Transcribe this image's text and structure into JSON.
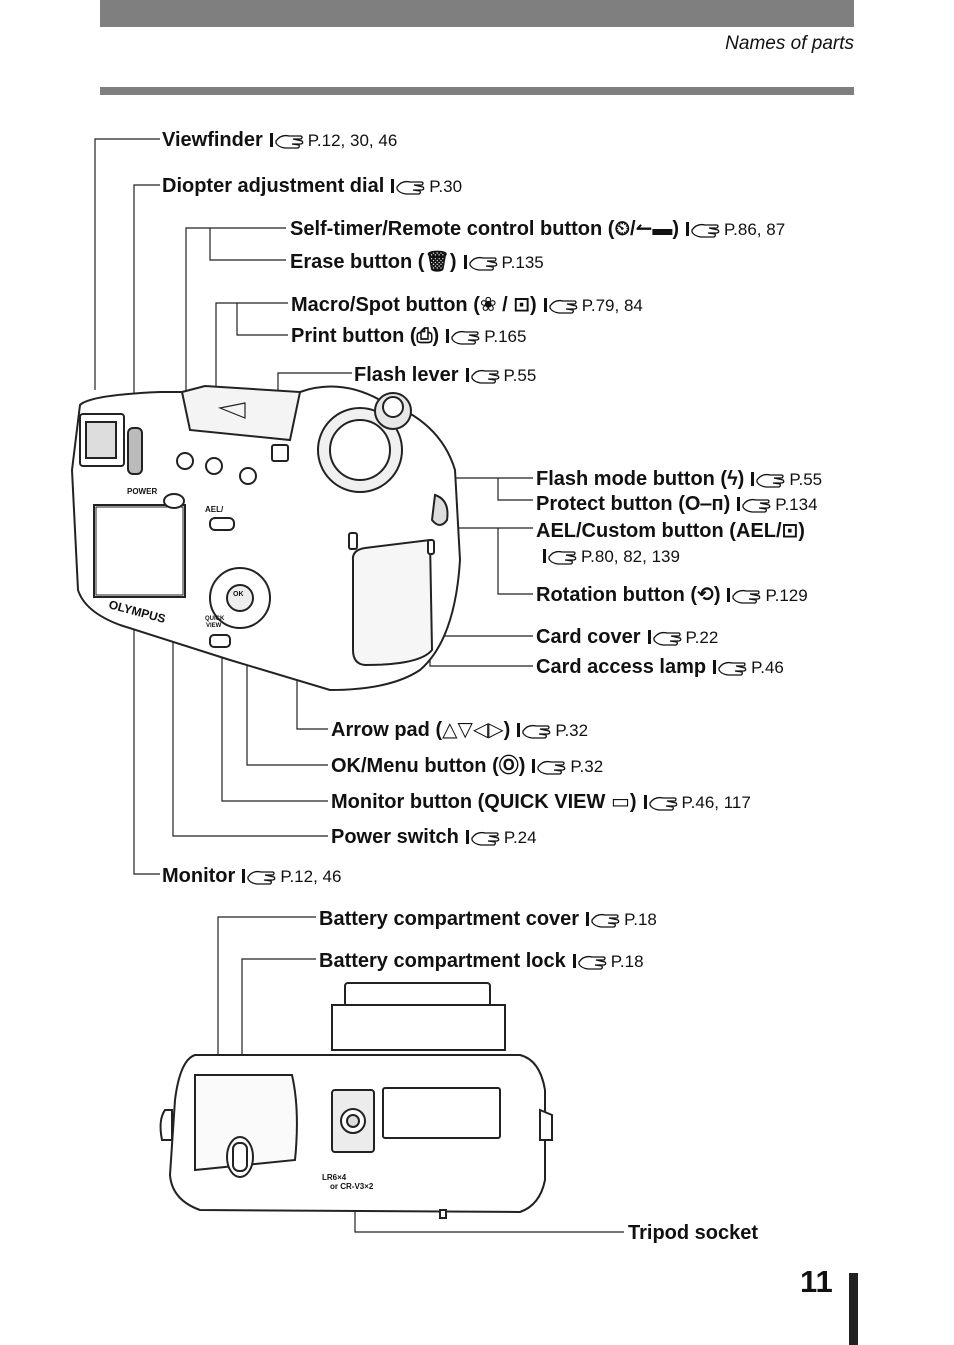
{
  "header": {
    "section_title": "Names of parts"
  },
  "top_callouts": [
    {
      "name": "Viewfinder",
      "symbol": "",
      "ref": "P.12, 30, 46"
    },
    {
      "name": "Diopter adjustment dial",
      "symbol": "",
      "ref": "P.30"
    },
    {
      "name": "Self-timer/Remote control button (",
      "symbol": "⏲/↼▬)",
      "ref": "P.86, 87"
    },
    {
      "name": "Erase button (",
      "symbol": "🗑)",
      "ref": "P.135"
    },
    {
      "name": "Macro/Spot button (",
      "symbol": "❀ / ⊡)",
      "ref": "P.79, 84"
    },
    {
      "name": "Print button (",
      "symbol": "⎙)",
      "ref": "P.165"
    },
    {
      "name": "Flash lever",
      "symbol": "",
      "ref": "P.55"
    }
  ],
  "right_callouts": [
    {
      "name": "Flash mode button (",
      "symbol": "ϟ)",
      "ref": "P.55"
    },
    {
      "name": "Protect button (",
      "symbol": "O‒ᴨ)",
      "ref": "P.134"
    },
    {
      "name": "AEL/Custom button (AEL/",
      "symbol": "⊡)",
      "ref": ""
    },
    {
      "name": "",
      "symbol": "",
      "ref": "P.80, 82, 139"
    },
    {
      "name": "Rotation button (",
      "symbol": "⟲)",
      "ref": "P.129"
    },
    {
      "name": "Card cover",
      "symbol": "",
      "ref": "P.22"
    },
    {
      "name": "Card access lamp",
      "symbol": "",
      "ref": "P.46"
    }
  ],
  "bottom_callouts": [
    {
      "name": "Arrow pad (",
      "symbol": "△▽◁▷)",
      "ref": "P.32"
    },
    {
      "name": "OK/Menu button (",
      "symbol": "Ⓞ)",
      "ref": "P.32"
    },
    {
      "name": "Monitor button (QUICK VIEW ",
      "symbol": "▭)",
      "ref": "P.46, 117"
    },
    {
      "name": "Power switch",
      "symbol": "",
      "ref": "P.24"
    },
    {
      "name": "Monitor",
      "symbol": "",
      "ref": "P.12, 46"
    }
  ],
  "battery_callouts": [
    {
      "name": "Battery compartment cover",
      "symbol": "",
      "ref": "P.18"
    },
    {
      "name": "Battery compartment lock",
      "symbol": "",
      "ref": "P.18"
    },
    {
      "name": "Tripod socket",
      "symbol": "",
      "ref": ""
    }
  ],
  "camera_markings": {
    "brand": "OLYMPUS",
    "power": "POWER",
    "ael": "AEL/",
    "quick": "QUICK",
    "view": "VIEW",
    "ok": "OK",
    "battery_type_1": "LR6×4",
    "battery_type_2": "or CR-V3×2"
  },
  "page_number": "11"
}
